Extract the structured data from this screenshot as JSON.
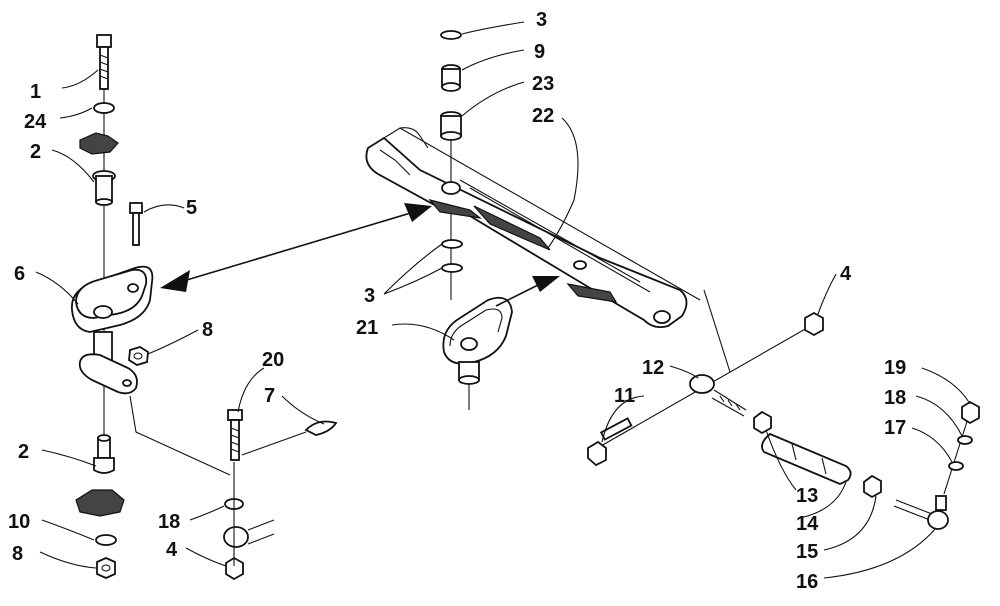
{
  "callouts": {
    "c1": "1",
    "c24": "24",
    "c2a": "2",
    "c5": "5",
    "c6": "6",
    "c8a": "8",
    "c2b": "2",
    "c10": "10",
    "c8b": "8",
    "c20": "20",
    "c7": "7",
    "c18a": "18",
    "c4a": "4",
    "c3a": "3",
    "c9": "9",
    "c23": "23",
    "c22": "22",
    "c3b": "3",
    "c21": "21",
    "c4b": "4",
    "c12": "12",
    "c11": "11",
    "c19": "19",
    "c18b": "18",
    "c17": "17",
    "c13": "13",
    "c14": "14",
    "c15": "15",
    "c16": "16"
  }
}
